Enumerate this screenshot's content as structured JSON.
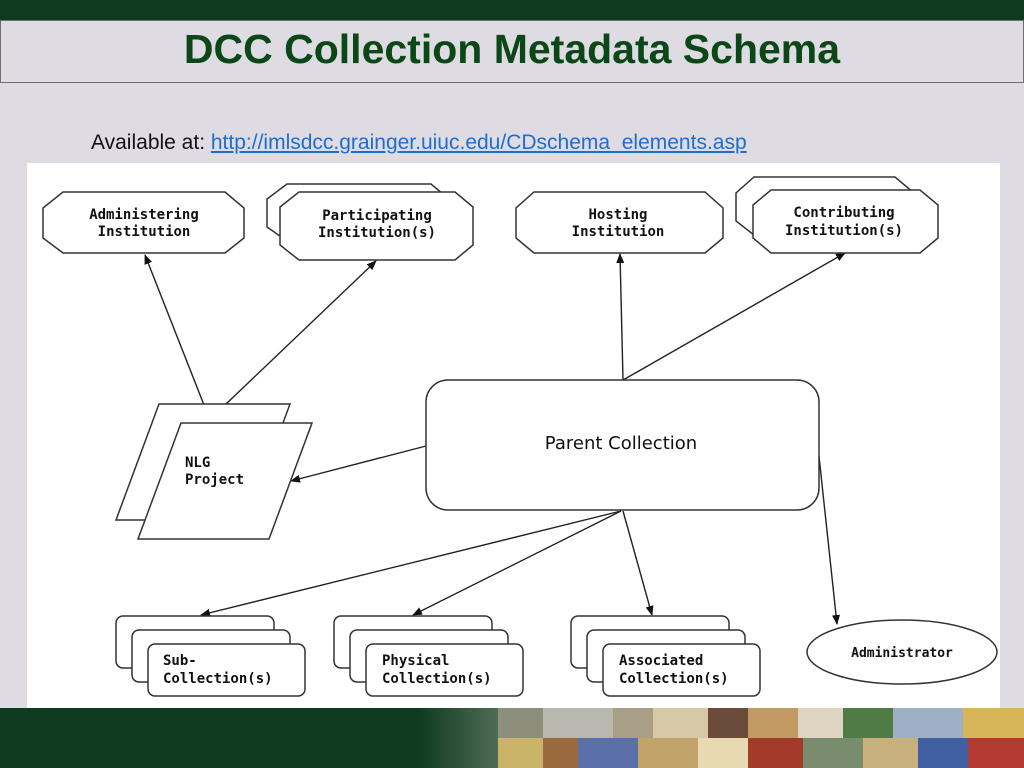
{
  "slide": {
    "title": "DCC Collection Metadata Schema",
    "available_label": "Available at:",
    "link": "http://imlsdcc.grainger.uiuc.edu/CDschema_elements.asp"
  },
  "colors": {
    "title": "#0b4717",
    "bar": "#0e3b1f",
    "link": "#1c6fd1"
  },
  "diagram": {
    "administering": [
      "Administering",
      "Institution"
    ],
    "participating": [
      "Participating",
      "Institution(s)"
    ],
    "hosting": [
      "Hosting",
      "Institution"
    ],
    "contributing": [
      "Contributing",
      "Institution(s)"
    ],
    "nlg": [
      "NLG",
      "Project"
    ],
    "parent": "Parent Collection",
    "sub": [
      "Sub-",
      "Collection(s)"
    ],
    "physical": [
      "Physical",
      "Collection(s)"
    ],
    "associated": [
      "Associated",
      "Collection(s)"
    ],
    "administrator": "Administrator"
  }
}
